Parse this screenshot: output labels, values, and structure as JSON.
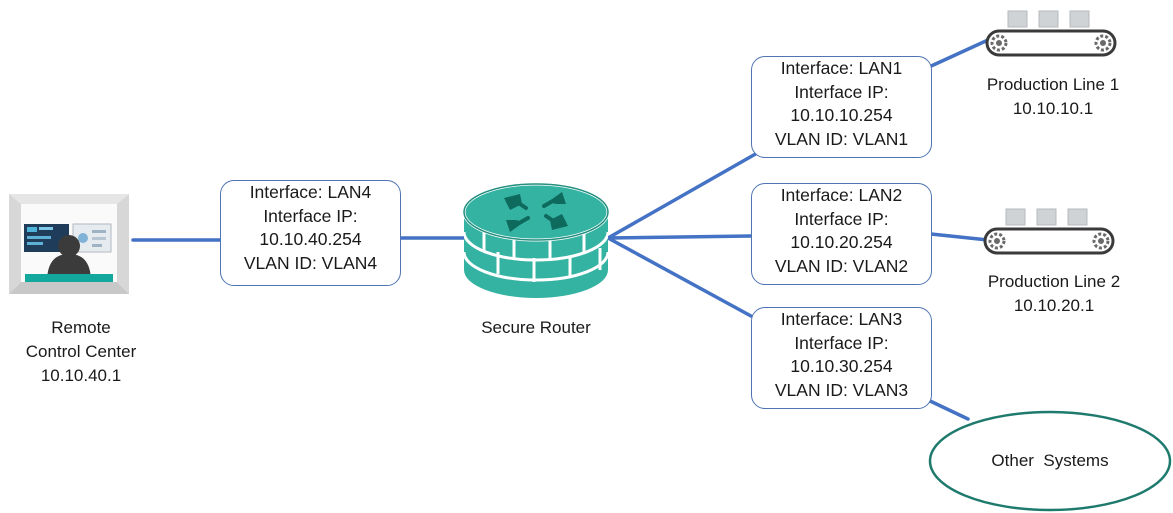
{
  "diagram": {
    "nodes": {
      "remote_control_center": {
        "label_lines": [
          "Remote",
          "Control Center",
          "10.10.40.1"
        ]
      },
      "secure_router": {
        "label": "Secure Router"
      },
      "production_line_1": {
        "label_lines": [
          "Production Line 1",
          "10.10.10.1"
        ]
      },
      "production_line_2": {
        "label_lines": [
          "Production Line 2",
          "10.10.20.1"
        ]
      },
      "other_systems": {
        "label": "Other  Systems"
      }
    },
    "interfaces": {
      "lan4": {
        "lines": [
          "Interface: LAN4",
          "Interface IP:",
          "10.10.40.254",
          "VLAN ID: VLAN4"
        ]
      },
      "lan1": {
        "lines": [
          "Interface: LAN1",
          "Interface IP:",
          "10.10.10.254",
          "VLAN ID: VLAN1"
        ]
      },
      "lan2": {
        "lines": [
          "Interface: LAN2",
          "Interface IP:",
          "10.10.20.254",
          "VLAN ID: VLAN2"
        ]
      },
      "lan3": {
        "lines": [
          "Interface: LAN3",
          "Interface IP:",
          "10.10.30.254",
          "VLAN ID: VLAN3"
        ]
      }
    },
    "colors": {
      "link_line": "#4472c4",
      "box_border": "#4f74b3",
      "ellipse_border": "#1f7a6e",
      "router_teal": "#35b3a2",
      "router_dark": "#238f80",
      "router_arrow": "#0f6a5e",
      "conveyor_border": "#3a3a3a",
      "conveyor_box": "#d0d3d6",
      "screen_blue": "#1f3d5a",
      "person_gray": "#3b3b3b"
    },
    "icons": [
      "control-center-icon",
      "router-icon",
      "conveyor-icon"
    ]
  }
}
